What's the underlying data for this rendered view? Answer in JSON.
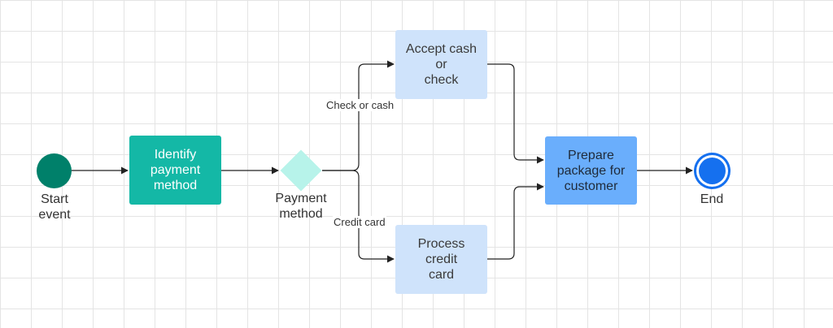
{
  "diagram": {
    "start": {
      "label_lines": [
        "Start",
        "event"
      ]
    },
    "identify_task": {
      "label_lines": [
        "Identify",
        "payment",
        "method"
      ],
      "color": "#14b8a6"
    },
    "gateway": {
      "label_lines": [
        "Payment",
        "method"
      ],
      "color": "#b7f3ea"
    },
    "cash_task": {
      "label_lines": [
        "Accept cash or",
        "check"
      ],
      "color": "#cfe3fb"
    },
    "credit_task": {
      "label_lines": [
        "Process credit",
        "card"
      ],
      "color": "#cfe3fb"
    },
    "prepare_task": {
      "label_lines": [
        "Prepare",
        "package for",
        "customer"
      ],
      "color": "#6aaefc"
    },
    "end": {
      "label": "End",
      "color": "#1570ef"
    },
    "edges": {
      "check_or_cash": "Check or cash",
      "credit_card": "Credit card"
    }
  }
}
